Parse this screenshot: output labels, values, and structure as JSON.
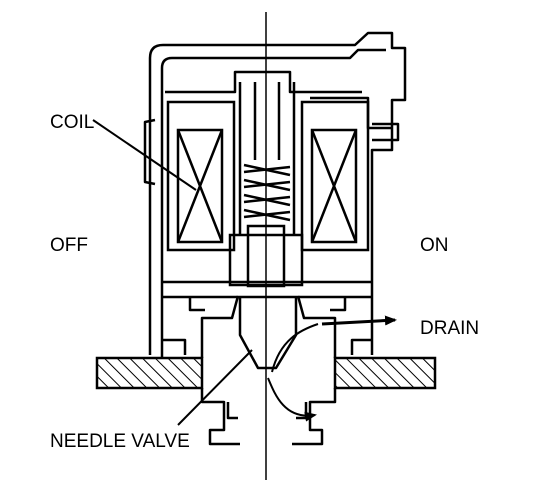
{
  "labels": {
    "coil": "COIL",
    "off": "OFF",
    "on": "ON",
    "drain": "DRAIN",
    "needle_valve": "NEEDLE VALVE"
  },
  "colors": {
    "ink": "#000000",
    "background": "#ffffff"
  }
}
